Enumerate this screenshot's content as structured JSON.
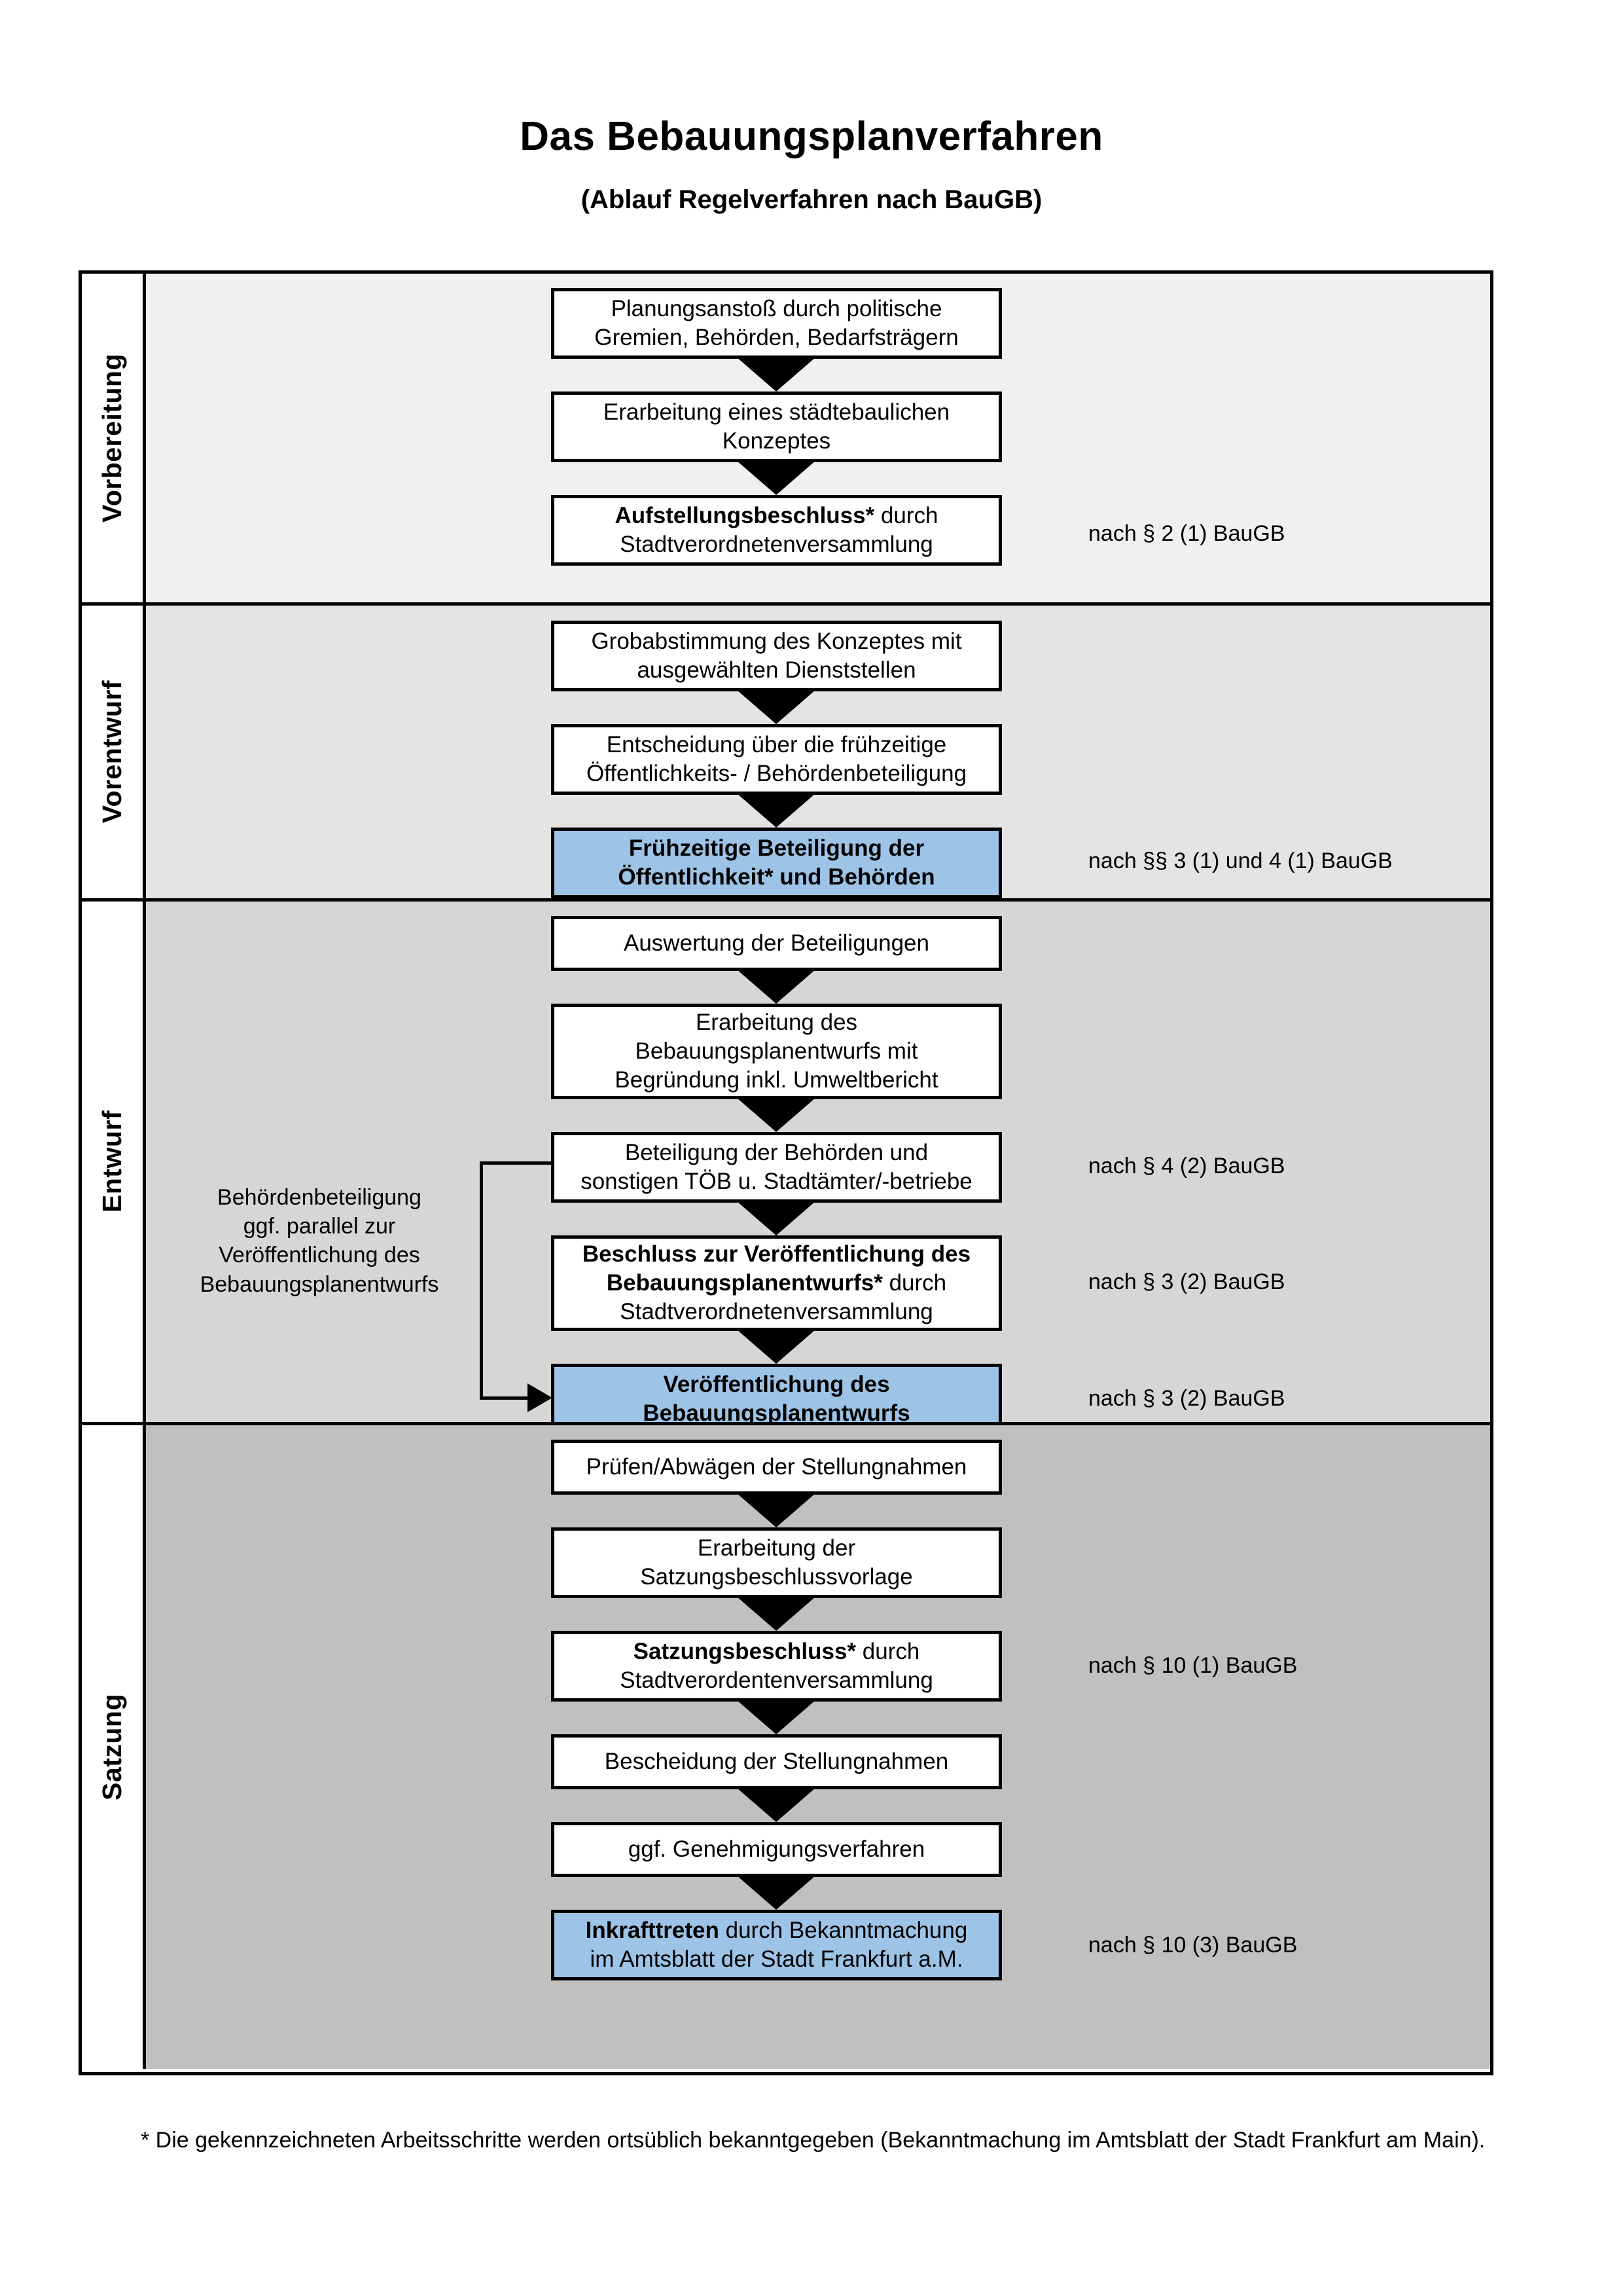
{
  "header": {
    "title": "Das Bebauungsplanverfahren",
    "subtitle": "(Ablauf Regelverfahren nach BauGB)"
  },
  "colors": {
    "highlight_blue": "#9DC3E6",
    "phase_1_bg": "#F0F0F0",
    "phase_2_bg": "#E4E4E4",
    "phase_3_bg": "#D6D6D6",
    "phase_4_bg": "#C0C0C0",
    "border": "#000000"
  },
  "phases": [
    {
      "id": "vorbereitung",
      "label": "Vorbereitung"
    },
    {
      "id": "vorentwurf",
      "label": "Vorentwurf"
    },
    {
      "id": "entwurf",
      "label": "Entwurf"
    },
    {
      "id": "satzung",
      "label": "Satzung"
    }
  ],
  "steps": [
    {
      "id": "planungsanstoss",
      "phase": "vorbereitung",
      "lines": [
        {
          "text": "Planungsanstoß durch politische",
          "bold": false
        },
        {
          "text": "Gremien, Behörden, Bedarfsträgern",
          "bold": false
        }
      ],
      "highlighted": false
    },
    {
      "id": "staedtebauliches-konzept",
      "phase": "vorbereitung",
      "lines": [
        {
          "text": "Erarbeitung eines städtebaulichen",
          "bold": false
        },
        {
          "text": "Konzeptes",
          "bold": false
        }
      ],
      "highlighted": false
    },
    {
      "id": "aufstellungsbeschluss",
      "phase": "vorbereitung",
      "lines": [
        {
          "text": "Aufstellungsbeschluss*",
          "bold": true,
          "suffix": " durch"
        },
        {
          "text": "Stadtverordnetenversammlung",
          "bold": false
        }
      ],
      "highlighted": false
    },
    {
      "id": "grobabstimmung",
      "phase": "vorentwurf",
      "lines": [
        {
          "text": "Grobabstimmung des Konzeptes mit",
          "bold": false
        },
        {
          "text": "ausgewählten Dienststellen",
          "bold": false
        }
      ],
      "highlighted": false
    },
    {
      "id": "entscheidung-fruehzeitige-beteiligung",
      "phase": "vorentwurf",
      "lines": [
        {
          "text": "Entscheidung über die frühzeitige",
          "bold": false
        },
        {
          "text": "Öffentlichkeits- / Behördenbeteiligung",
          "bold": false
        }
      ],
      "highlighted": false
    },
    {
      "id": "fruehzeitige-beteiligung",
      "phase": "vorentwurf",
      "lines": [
        {
          "text": "Frühzeitige Beteiligung der",
          "bold": true
        },
        {
          "text": "Öffentlichkeit* und Behörden",
          "bold": true
        }
      ],
      "highlighted": true
    },
    {
      "id": "auswertung-beteiligungen",
      "phase": "entwurf",
      "lines": [
        {
          "text": "Auswertung der Beteiligungen",
          "bold": false
        }
      ],
      "highlighted": false
    },
    {
      "id": "erarbeitung-bebauungsplanentwurf",
      "phase": "entwurf",
      "lines": [
        {
          "text": "Erarbeitung des",
          "bold": false
        },
        {
          "text": "Bebauungsplanentwurfs mit",
          "bold": false
        },
        {
          "text": "Begründung inkl. Umweltbericht",
          "bold": false
        }
      ],
      "highlighted": false
    },
    {
      "id": "beteiligung-behoerden-toeb",
      "phase": "entwurf",
      "lines": [
        {
          "text": "Beteiligung der Behörden und",
          "bold": false
        },
        {
          "text": "sonstigen TÖB u. Stadtämter/-betriebe",
          "bold": false
        }
      ],
      "highlighted": false
    },
    {
      "id": "beschluss-veroeffentlichung",
      "phase": "entwurf",
      "lines": [
        {
          "text": "Beschluss zur Veröffentlichung des",
          "bold": true
        },
        {
          "text": "Bebauungsplanentwurfs*",
          "bold": true,
          "suffix": " durch"
        },
        {
          "text": "Stadtverordnetenversammlung",
          "bold": false
        }
      ],
      "highlighted": false
    },
    {
      "id": "veroeffentlichung-entwurf",
      "phase": "entwurf",
      "lines": [
        {
          "text": "Veröffentlichung des",
          "bold": true
        },
        {
          "text": "Bebauungsplanentwurfs",
          "bold": true
        }
      ],
      "highlighted": true
    },
    {
      "id": "pruefen-abwaegen",
      "phase": "satzung",
      "lines": [
        {
          "text": "Prüfen/Abwägen der Stellungnahmen",
          "bold": false
        }
      ],
      "highlighted": false
    },
    {
      "id": "erarbeitung-satzungsbeschlussvorlage",
      "phase": "satzung",
      "lines": [
        {
          "text": "Erarbeitung der",
          "bold": false
        },
        {
          "text": "Satzungsbeschlussvorlage",
          "bold": false
        }
      ],
      "highlighted": false
    },
    {
      "id": "satzungsbeschluss",
      "phase": "satzung",
      "lines": [
        {
          "text": "Satzungsbeschluss*",
          "bold": true,
          "suffix": " durch"
        },
        {
          "text": "Stadtverordentenversammlung",
          "bold": false
        }
      ],
      "highlighted": false
    },
    {
      "id": "bescheidung-stellungnahmen",
      "phase": "satzung",
      "lines": [
        {
          "text": "Bescheidung der Stellungnahmen",
          "bold": false
        }
      ],
      "highlighted": false
    },
    {
      "id": "genehmigungsverfahren",
      "phase": "satzung",
      "lines": [
        {
          "text": "ggf. Genehmigungsverfahren",
          "bold": false
        }
      ],
      "highlighted": false
    },
    {
      "id": "inkrafttreten",
      "phase": "satzung",
      "lines": [
        {
          "text": "Inkrafttreten",
          "bold": true,
          "suffix": " durch Bekanntmachung"
        },
        {
          "text": "im Amtsblatt der Stadt Frankfurt a.M.",
          "bold": false
        }
      ],
      "highlighted": true
    }
  ],
  "legal_notes": [
    {
      "id": "legal-par-2-1",
      "text": "nach § 2 (1) BauGB",
      "for_step": "aufstellungsbeschluss"
    },
    {
      "id": "legal-par-3-4",
      "text": "nach §§ 3 (1) und 4 (1) BauGB",
      "for_step": "fruehzeitige-beteiligung"
    },
    {
      "id": "legal-par-4-2",
      "text": "nach § 4 (2) BauGB",
      "for_step": "beteiligung-behoerden-toeb"
    },
    {
      "id": "legal-par-3-2a",
      "text": "nach § 3 (2) BauGB",
      "for_step": "beschluss-veroeffentlichung"
    },
    {
      "id": "legal-par-3-2b",
      "text": "nach § 3 (2) BauGB",
      "for_step": "veroeffentlichung-entwurf"
    },
    {
      "id": "legal-par-10-1",
      "text": "nach § 10 (1) BauGB",
      "for_step": "satzungsbeschluss"
    },
    {
      "id": "legal-par-10-3",
      "text": "nach § 10 (3) BauGB",
      "for_step": "inkrafttreten"
    }
  ],
  "side_note": {
    "id": "behoerdenbeteiligung-note",
    "lines": [
      "Behördenbeteiligung",
      "ggf. parallel zur",
      "Veröffentlichung des",
      "Bebauungsplanentwurfs"
    ]
  },
  "footnote": {
    "text": "* Die gekennzeichneten Arbeitsschritte werden ortsüblich bekanntgegeben (Bekanntmachung im Amtsblatt  der Stadt Frankfurt am Main)."
  }
}
